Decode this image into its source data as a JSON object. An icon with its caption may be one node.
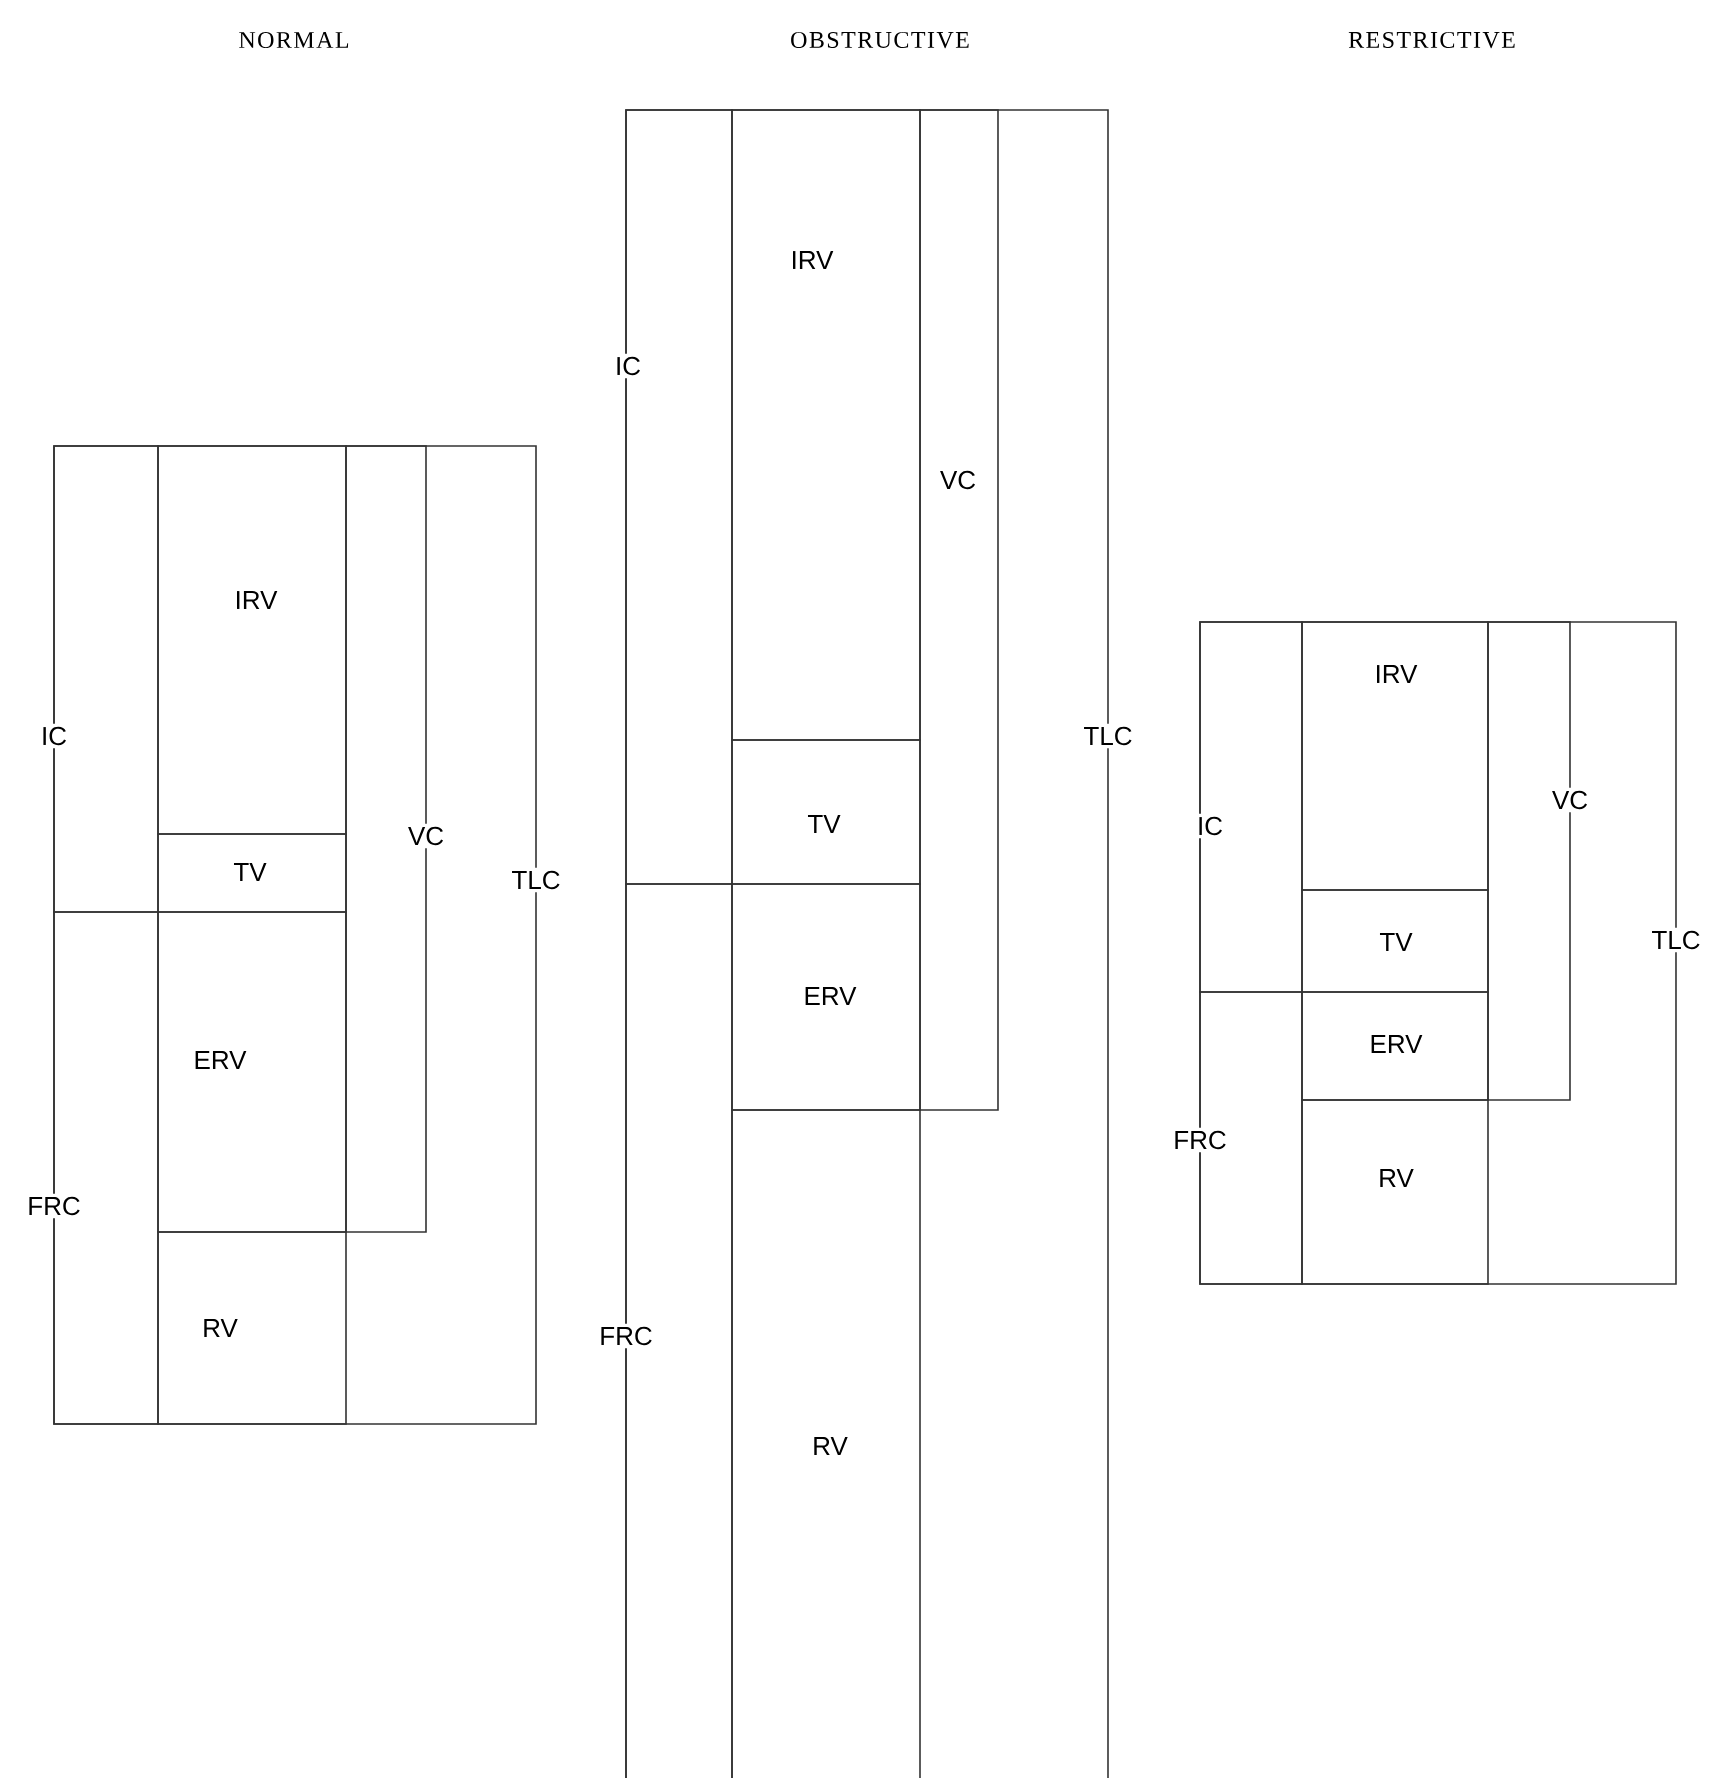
{
  "diagram": {
    "nodes": [
      {
        "text": [
          "TLC"
        ]
      },
      {
        "text": [
          "IC"
        ],
        "in": 0
      },
      {
        "text": [
          "FRC"
        ],
        "in": 0
      },
      {
        "text": [
          "VC"
        ],
        "in": 0
      },
      {
        "text": [
          "IRV"
        ],
        "in": 0
      },
      {
        "text": [
          "TV"
        ],
        "in": 0
      },
      {
        "text": [
          "ERV"
        ],
        "in": 0
      },
      {
        "text": [
          "RV"
        ],
        "in": 0
      },
      {
        "text": [
          "TLC"
        ]
      },
      {
        "text": [
          "IC"
        ],
        "in": 8
      },
      {
        "text": [
          "FRC"
        ],
        "in": 8
      },
      {
        "text": [
          "VC"
        ],
        "in": 8
      },
      {
        "text": [
          "IRV"
        ],
        "in": 8
      },
      {
        "text": [
          "TV"
        ],
        "in": 8
      },
      {
        "text": [
          "ERV"
        ],
        "in": 8
      },
      {
        "text": [
          "RV"
        ],
        "in": 8
      },
      {
        "text": [
          "TLC"
        ]
      },
      {
        "text": [
          "IC"
        ],
        "in": 16
      },
      {
        "text": [
          "FRC"
        ],
        "in": 16
      },
      {
        "text": [
          "VC"
        ],
        "in": 16
      },
      {
        "text": [
          "IRV"
        ],
        "in": 16
      },
      {
        "text": [
          "TV"
        ],
        "in": 16
      },
      {
        "text": [
          "ERV"
        ],
        "in": 16
      },
      {
        "text": [
          "RV"
        ],
        "in": 16
      }
    ],
    "labels": [
      "NORMAL",
      "OBSTRUCTIVE",
      "RESTRICTIVE"
    ]
  }
}
